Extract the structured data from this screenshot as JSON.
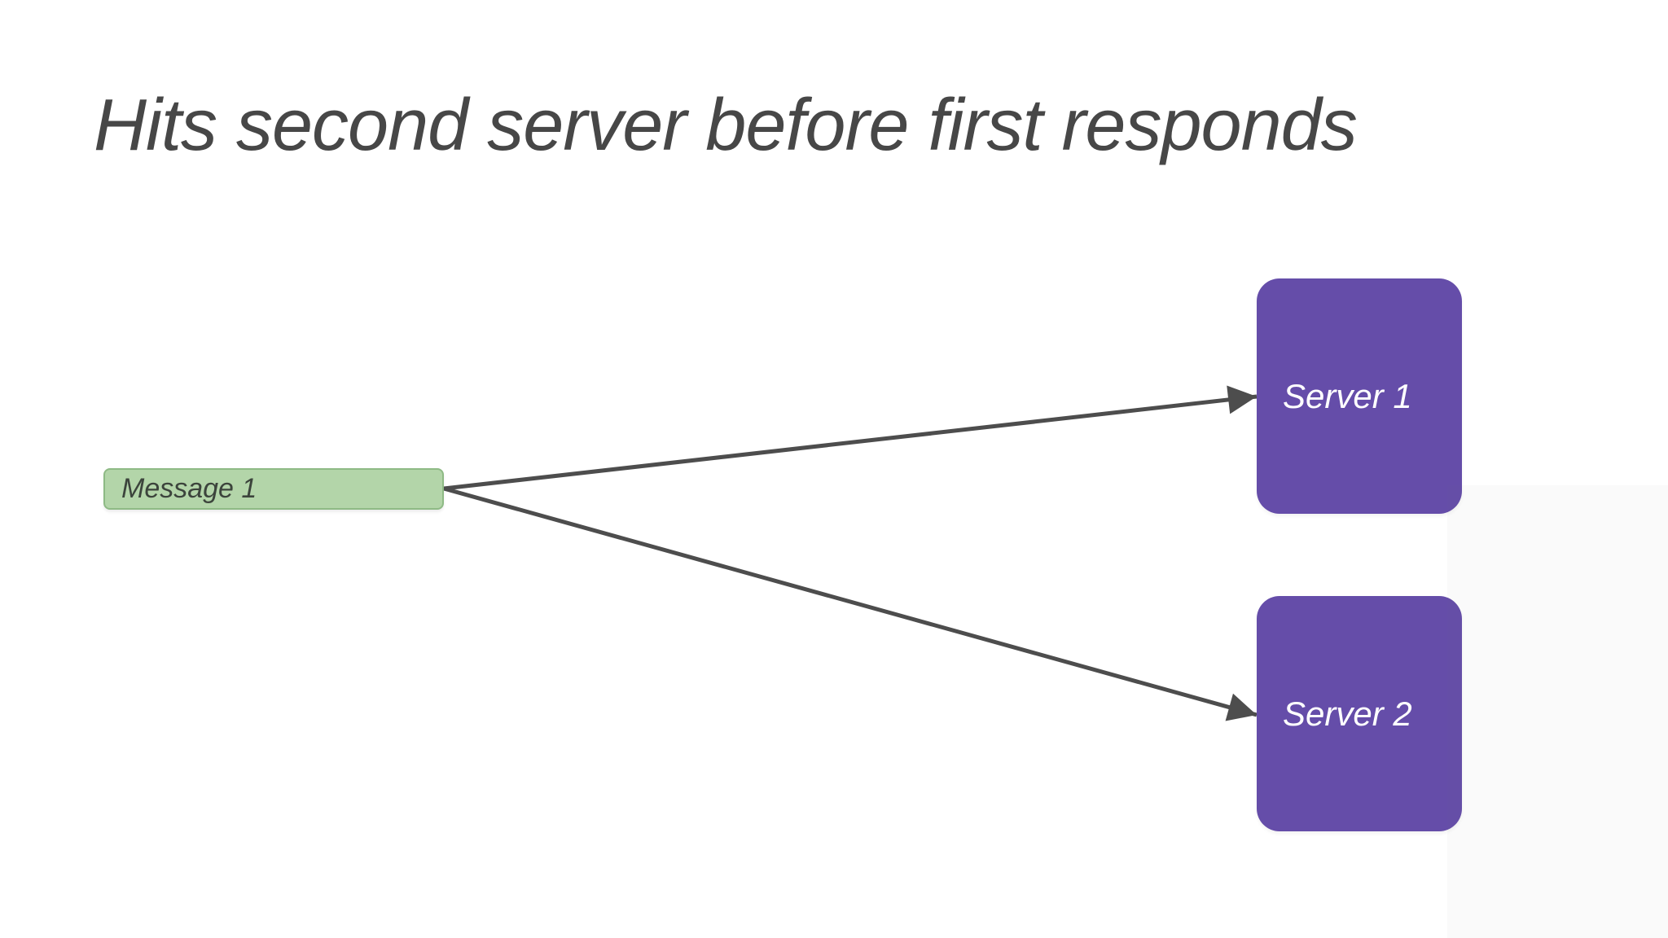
{
  "title": "Hits second server before first responds",
  "diagram": {
    "message": {
      "label": "Message 1"
    },
    "servers": [
      {
        "label": "Server 1"
      },
      {
        "label": "Server 2"
      }
    ],
    "edges": [
      {
        "from": "message-1",
        "to": "server-1"
      },
      {
        "from": "message-1",
        "to": "server-2"
      }
    ]
  },
  "colors": {
    "background": "#ffffff",
    "title_text": "#474747",
    "message_fill": "#b3d5a9",
    "message_border": "#8eba85",
    "message_text": "#3c443c",
    "server_fill": "#654da9",
    "server_text": "#ffffff",
    "arrow": "#4d4d4d"
  }
}
